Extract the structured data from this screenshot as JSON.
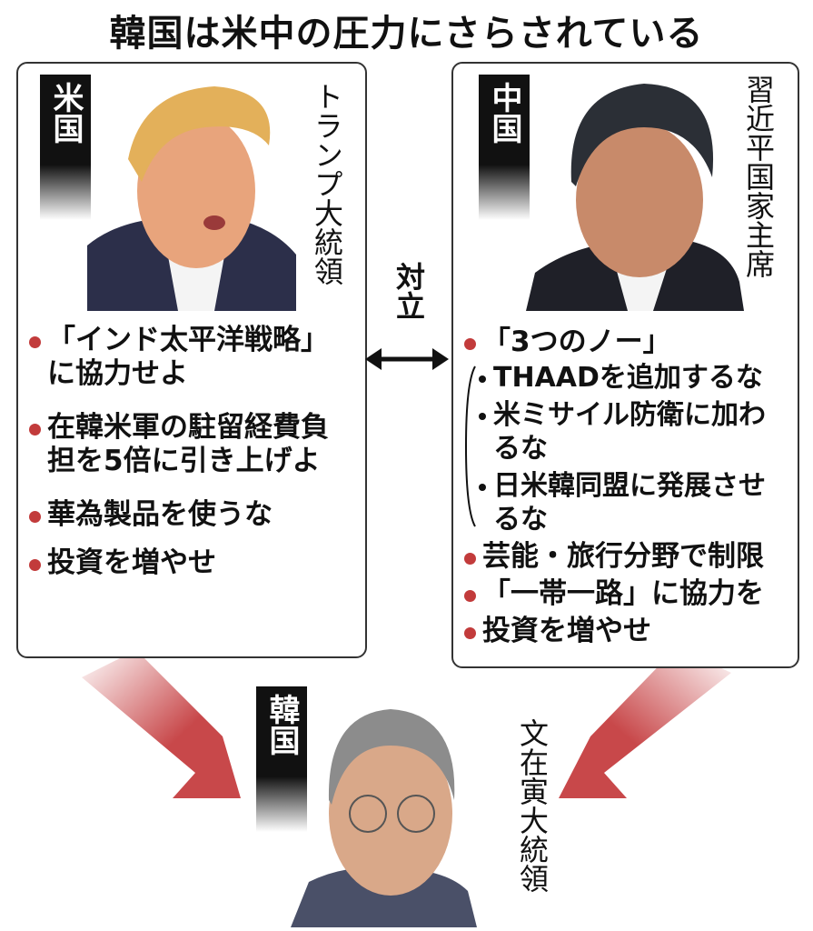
{
  "title": "韓国は米中の圧力にさらされている",
  "usa": {
    "tag": "米国",
    "leader": "トランプ大統領",
    "demands": [
      "「インド太平洋戦略」に協力せよ",
      "在韓米軍の駐留経費負担を5倍に引き上げよ",
      "華為製品を使うな",
      "投資を増やせ"
    ]
  },
  "china": {
    "tag": "中国",
    "leader": "習近平国家主席",
    "three_nos_title": "「3つのノー」",
    "three_nos": [
      "THAADを追加するな",
      "米ミサイル防衛に加わるな",
      "日米韓同盟に発展させるな"
    ],
    "demands": [
      "芸能・旅行分野で制限",
      "「一帯一路」に協力を",
      "投資を増やせ"
    ]
  },
  "confrontation": "対立",
  "korea": {
    "tag": "韓国",
    "leader": "文在寅大統領"
  },
  "colors": {
    "accent": "#c23b3b",
    "tag_bg": "#111111"
  }
}
